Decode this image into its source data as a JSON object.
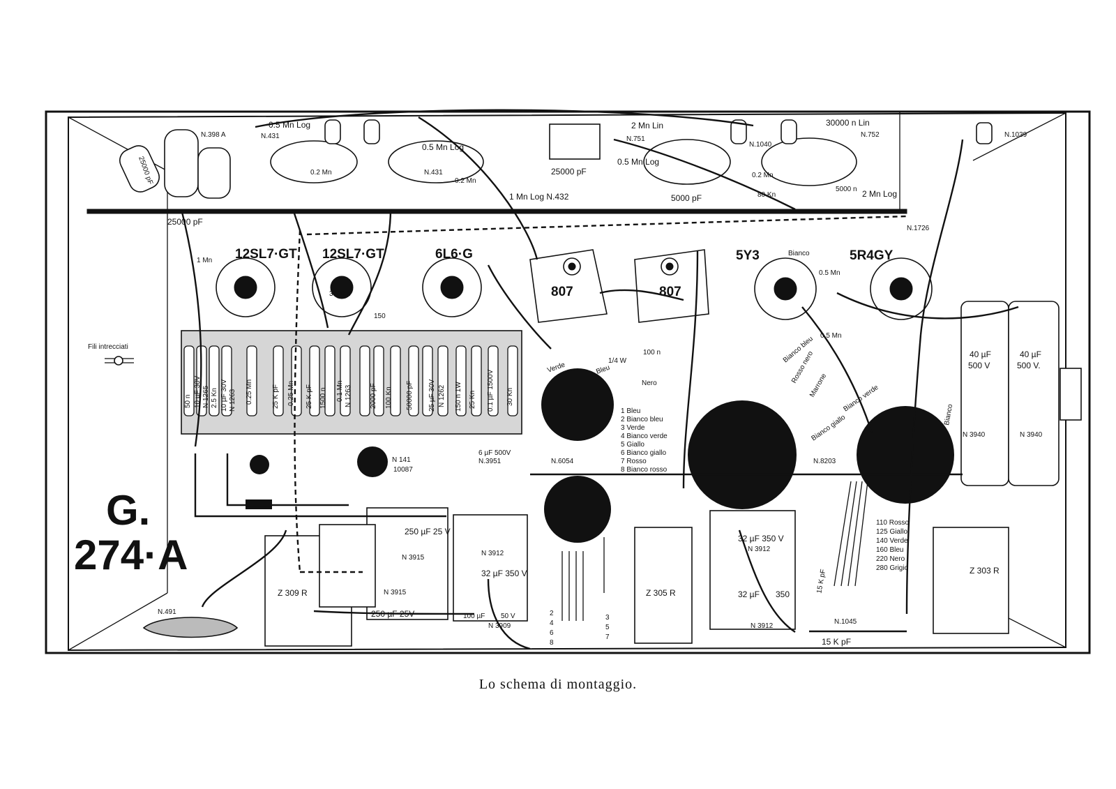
{
  "model_label": {
    "line1": "G.",
    "line2": "274·A"
  },
  "caption": "Lo schema di montaggio.",
  "tubes": [
    "12SL7·GT",
    "12SL7·GT",
    "6L6·G",
    "807",
    "807",
    "5Y3",
    "5R4GY"
  ],
  "controls": [
    "0.5 Mn Log",
    "0.5 Mn Log",
    "2 Mn Lin",
    "0.5 Mn Log",
    "30000 n Lin",
    "1 Mn Log N.432"
  ],
  "part_refs": [
    "N.398 A",
    "N.431",
    "N.431",
    "N.751",
    "N.1040",
    "N.752",
    "N.1039",
    "N.1726",
    "N.6054",
    "N.8203",
    "N 3940",
    "N 3940",
    "N.491",
    "N.1045",
    "N 141",
    "10087",
    "N.3951"
  ],
  "components": [
    "25000 pF",
    "25000 pF",
    "25000 pF",
    "5000 pF",
    "0.2 Mn",
    "0.2 Mn",
    "0.2 Mn",
    "80 Kn",
    "5000 n",
    "2 Mn Log",
    "1 Mn",
    "3000 n",
    "150",
    "1/4 W",
    "100 n",
    "0.5 Mn",
    "0.5 Mn",
    "15 K pF",
    "15 K pF",
    "6 µF 500V"
  ],
  "board_components": [
    "50 n",
    "10 µF 30V",
    "N 1265",
    "2.5 Kn",
    "10 µF 30V",
    "N 1263",
    "0.25 Mn",
    "25 K pF",
    "0.25 Mn",
    "25 K pF",
    "1500 n",
    "0.1 Mn",
    "N 1263",
    "2000 pF",
    "100 Kn",
    "50000 pF",
    "25 µF 30V",
    "N 1262",
    "150 n 1W",
    "25 Kn",
    "0.1 µF 1500V",
    "30 Kn"
  ],
  "filter_caps": [
    {
      "value": "40 µF",
      "volt": "500 V"
    },
    {
      "value": "40 µF",
      "volt": "500 V."
    }
  ],
  "electrolytics": [
    "250 µF 25 V",
    "N 3915",
    "N 3915",
    "250 µF 25V",
    "N 3912",
    "32 µF 350 V",
    "100 µF",
    "50 V",
    "N 3909",
    "32 µF 350 V",
    "N 3912",
    "32 µF",
    "350",
    "N 3912"
  ],
  "transformers": [
    "Z 309 R",
    "Z 305 R",
    "Z 303 R"
  ],
  "wire_colors": [
    "1 Bleu",
    "2 Bianco bleu",
    "3 Verde",
    "4 Bianco verde",
    "5 Giallo",
    "6 Bianco giallo",
    "7 Rosso",
    "8 Bianco rosso"
  ],
  "voltage_taps": [
    "110 Rosso",
    "125 Giallo",
    "140 Verde",
    "160 Bleu",
    "220 Nero",
    "280 Grigio"
  ],
  "wire_labels": [
    "Nero",
    "Verde",
    "Bleu",
    "Bianco",
    "Bianco bleu",
    "Rosso nero",
    "Marrone",
    "Bianco verde",
    "Bianco giallo",
    "Bianco"
  ],
  "twisted_wires_label": "Fili intrecciati",
  "pin_numbers": [
    "2",
    "4",
    "6",
    "8",
    "3",
    "5",
    "7"
  ]
}
